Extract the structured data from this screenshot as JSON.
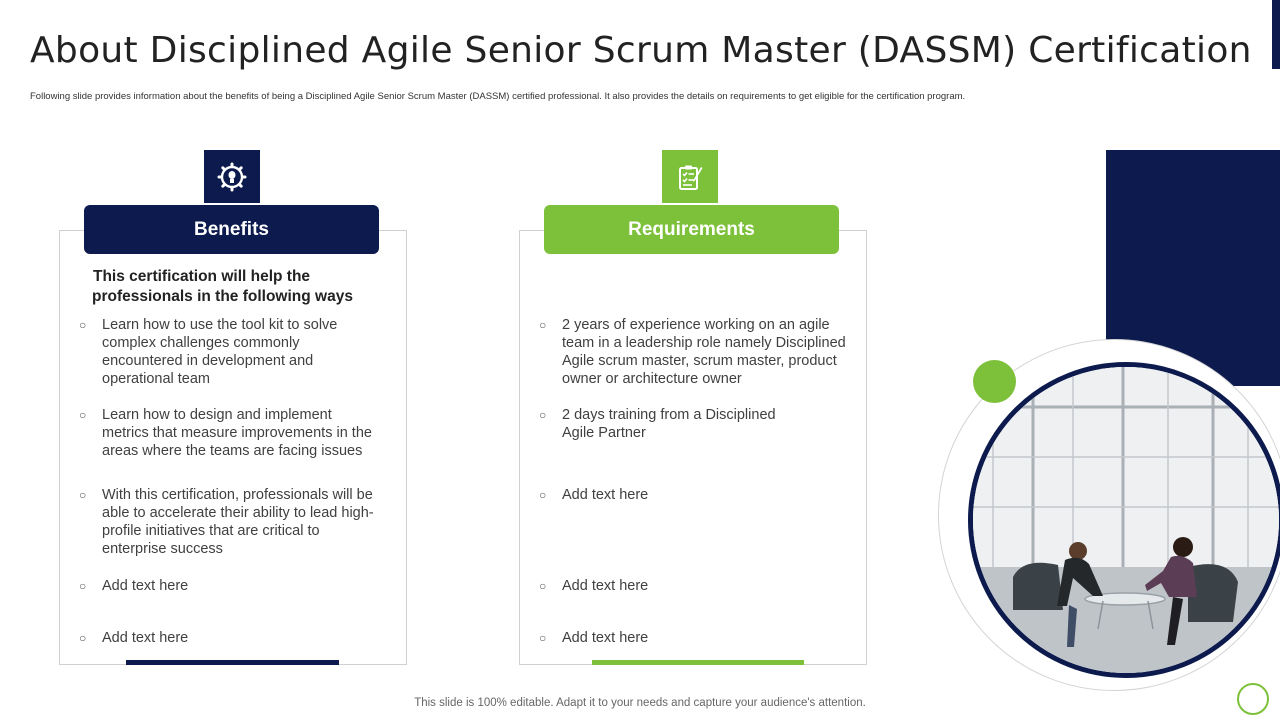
{
  "title": "About Disciplined Agile Senior Scrum Master (DASSM) Certification",
  "subtitle": "Following slide provides information about the benefits of being a Disciplined Agile Senior Scrum Master (DASSM) certified professional. It also provides the details on requirements to get eligible  for the certification program.",
  "colors": {
    "navy": "#0c1a4d",
    "green": "#7dc13a"
  },
  "benefits": {
    "icon": "gear-bulb-icon",
    "heading": "Benefits",
    "lead_line1": "This certification  will help the",
    "lead_line2": "professionals in the following ways",
    "items": [
      "Learn how to use the tool kit to solve complex challenges commonly encountered in development and operational team",
      "Learn how to design and implement metrics that measure improvements in the areas where the teams are facing issues",
      "With this certification, professionals will be able to accelerate their ability to lead high-profile initiatives that are critical to enterprise success",
      "Add text here",
      "Add text here"
    ]
  },
  "requirements": {
    "icon": "checklist-icon",
    "heading": "Requirements",
    "items": [
      "2 years of experience working on an agile team in a leadership role namely Disciplined Agile  scrum master, scrum master, product owner or architecture owner",
      "2 days training from a Disciplined Agile Partner",
      "Add text here",
      "Add text here",
      "Add text here"
    ]
  },
  "footer": "This slide is 100% editable. Adapt it to your needs and capture your audience's attention."
}
